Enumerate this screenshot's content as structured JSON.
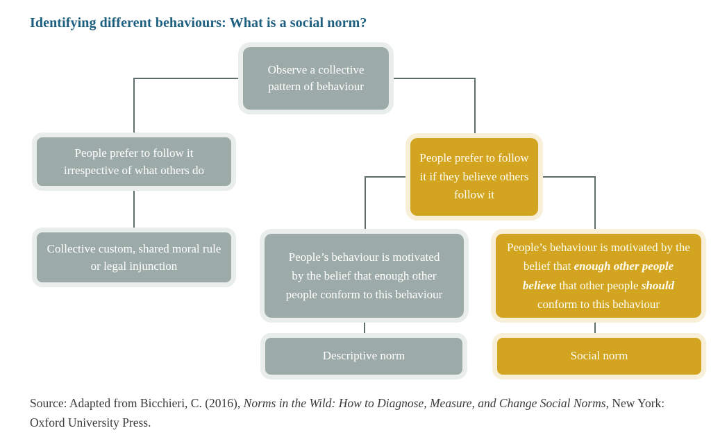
{
  "title": "Identifying different behaviours: What is a social norm?",
  "colors": {
    "sage": "#9daba8",
    "sage_halo": "#e9edec",
    "gold": "#d2a41f",
    "gold_halo": "#f8efd8",
    "title_text": "#1c5f80",
    "connector": "#5f6c6c",
    "source_text": "#3a3a3a",
    "box_text": "#ffffff",
    "page_bg": "#ffffff"
  },
  "flowchart": {
    "nodes": {
      "observe": {
        "label": "Observe a collective pattern of behaviour",
        "color": "sage"
      },
      "prefer_irrespective": {
        "label": "People prefer to follow it irrespective of what others do",
        "color": "sage"
      },
      "collective_custom": {
        "label": "Collective custom, shared moral rule or legal injunction",
        "color": "sage"
      },
      "prefer_believe": {
        "label": "People prefer to follow it if they believe others follow it",
        "color": "gold"
      },
      "belief_conform": {
        "label": "People’s behaviour is motivated by the belief that enough other people conform to this behaviour",
        "color": "sage"
      },
      "belief_should": {
        "color": "gold",
        "rich": [
          {
            "text": "People’s behaviour is motivated by the belief that "
          },
          {
            "text": "enough other people believe",
            "style": "bi"
          },
          {
            "text": " that other people "
          },
          {
            "text": "should",
            "style": "bi"
          },
          {
            "text": " conform to this behaviour"
          }
        ]
      },
      "descriptive_norm": {
        "label": "Descriptive norm",
        "color": "sage"
      },
      "social_norm": {
        "label": "Social norm",
        "color": "gold"
      }
    }
  },
  "source": {
    "rich": [
      {
        "text": "Source: Adapted from Bicchieri, C. (2016), "
      },
      {
        "text": "Norms in the Wild: How to Diagnose, Measure, and Change Social Norms",
        "style": "i"
      },
      {
        "text": ", New York: Oxford University Press."
      }
    ]
  }
}
